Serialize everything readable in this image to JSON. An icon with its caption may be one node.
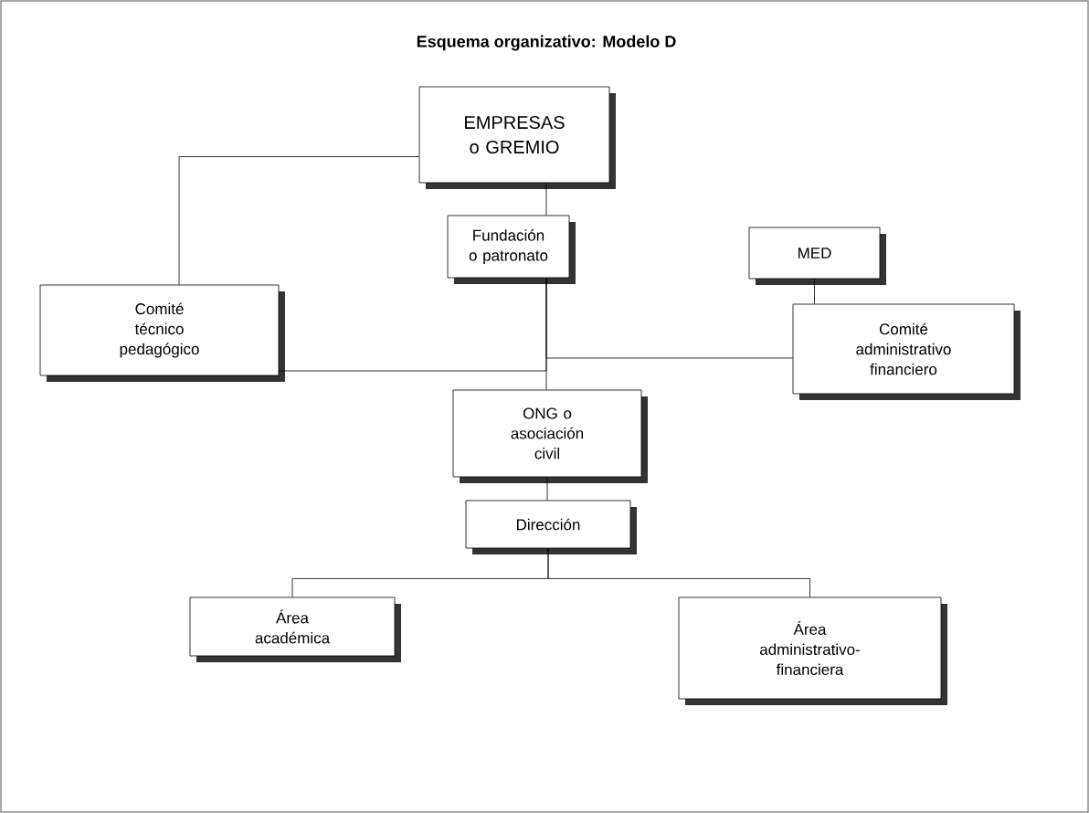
{
  "diagram": {
    "title": "Esquema organizativo: Modelo D",
    "nodes": [
      {
        "text": [
          "EMPRESAS o GREMIO"
        ]
      },
      {
        "text": [
          "Fundación o patronato"
        ]
      },
      {
        "text": [
          "MED"
        ]
      },
      {
        "text": [
          "Comité técnico pedagógico"
        ]
      },
      {
        "text": [
          "Comité administrativo financiero"
        ]
      },
      {
        "text": [
          "ONG o asociación civil"
        ]
      },
      {
        "text": [
          "Dirección"
        ]
      },
      {
        "text": [
          "Área académica"
        ]
      },
      {
        "text": [
          "Área administrativo-financiera"
        ]
      }
    ],
    "edges": [
      {
        "from": 0,
        "to": 1,
        "arrow": "none"
      },
      {
        "from": 0,
        "to": 3,
        "arrow": "none"
      },
      {
        "from": 1,
        "to": 5,
        "arrow": "none"
      },
      {
        "from": 1,
        "to": 3,
        "arrow": "none"
      },
      {
        "from": 1,
        "to": 4,
        "arrow": "none"
      },
      {
        "from": 2,
        "to": 4,
        "arrow": "none"
      },
      {
        "from": 5,
        "to": 6,
        "arrow": "none"
      },
      {
        "from": 6,
        "to": 7,
        "arrow": "none"
      },
      {
        "from": 6,
        "to": 8,
        "arrow": "none"
      }
    ]
  }
}
